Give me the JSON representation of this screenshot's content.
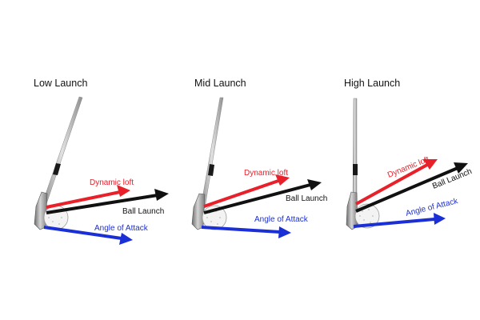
{
  "colors": {
    "dynamic_loft": "#e8202a",
    "ball_launch": "#111111",
    "angle_of_attack": "#1b2fd6",
    "shaft": "#b9b9b9",
    "grip_band": "#1a1a1a",
    "ball": "#f3f3f3"
  },
  "panels": [
    {
      "title": "Low Launch",
      "labels": {
        "loft": "Dynamic loft",
        "launch": "Ball Launch",
        "attack": "Angle of Attack"
      }
    },
    {
      "title": "Mid Launch",
      "labels": {
        "loft": "Dynamic loft",
        "launch": "Ball Launch",
        "attack": "Angle of Attack"
      }
    },
    {
      "title": "High Launch",
      "labels": {
        "loft": "Dynamic loft",
        "launch": "Ball Launch",
        "attack": "Angle of Attack"
      }
    }
  ]
}
